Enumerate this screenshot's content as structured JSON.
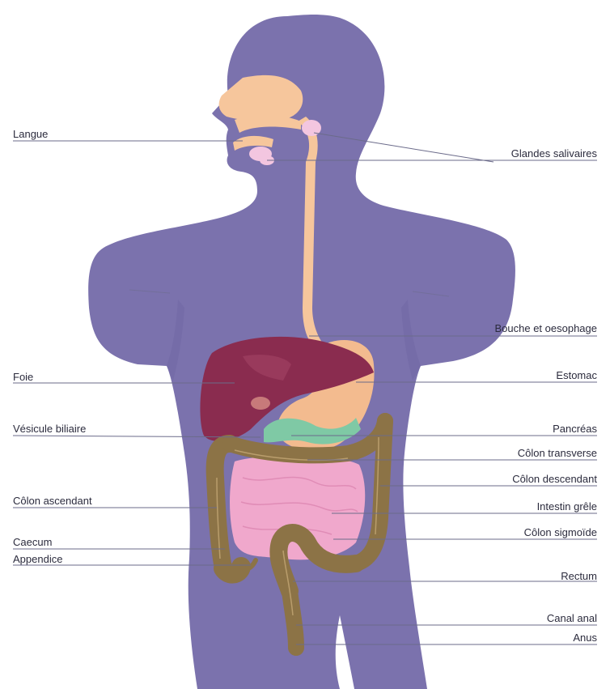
{
  "labels": {
    "langue": "Langue",
    "glandes_salivaires": "Glandes salivaires",
    "bouche_oesophage": "Bouche et oesophage",
    "foie": "Foie",
    "estomac": "Estomac",
    "vesicule_biliaire": "Vésicule biliaire",
    "pancreas": "Pancréas",
    "colon_transverse": "Côlon transverse",
    "colon_descendant": "Côlon descendant",
    "colon_ascendant": "Côlon ascendant",
    "intestin_grele": "Intestin grêle",
    "colon_sigmoide": "Côlon sigmoïde",
    "caecum": "Caecum",
    "appendice": "Appendice",
    "rectum": "Rectum",
    "canal_anal": "Canal anal",
    "anus": "Anus"
  },
  "colors": {
    "body": "#7b72ad",
    "body_shadow": "#6a61a0",
    "digestive_tract": "#f6c69c",
    "liver": "#8a2c4f",
    "stomach": "#f3bb8f",
    "pancreas": "#7fc9a5",
    "colon": "#8c7346",
    "small_intestine": "#f0a8cc",
    "salivary_glands": "#f3c6e0"
  }
}
